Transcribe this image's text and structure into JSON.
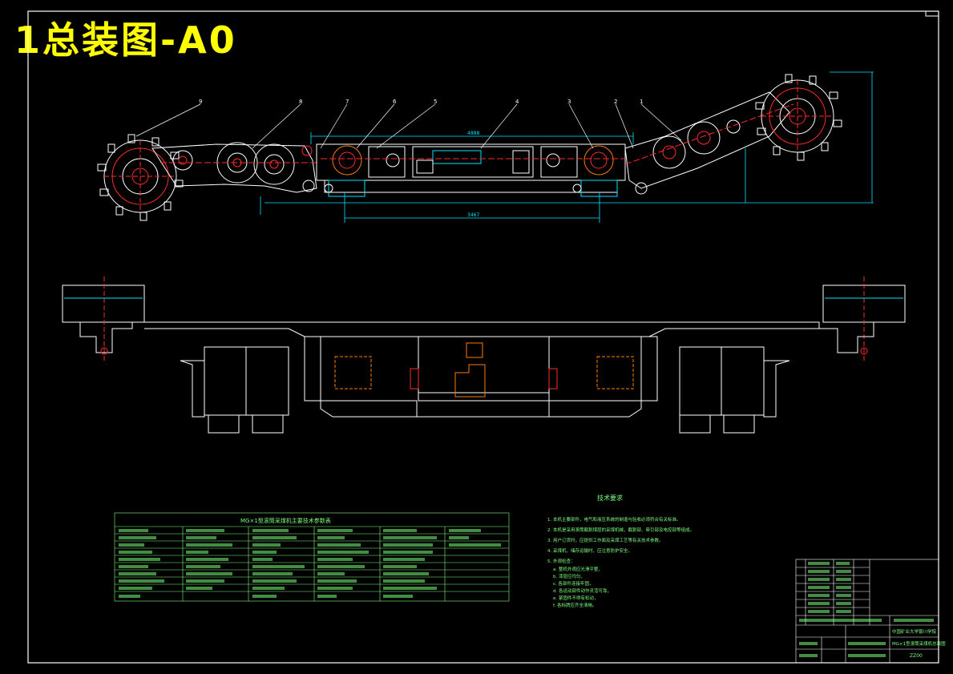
{
  "title": "1总装图-A0",
  "colors": {
    "background": "#000000",
    "title": "#ffff00",
    "outline": "#ffffff",
    "centerline": "#ff2a2a",
    "dimension": "#00e5ff",
    "table": "#7cff7c",
    "hidden": "#ff7a00"
  },
  "balloons": [
    "9",
    "8",
    "7",
    "6",
    "5",
    "4",
    "3",
    "2",
    "1"
  ],
  "dimensions": {
    "length_top": "4888",
    "length_bottom": "3467"
  },
  "notes_title": "技术要求",
  "notes": [
    "1. 本机主要部件，电气和液压系统的制造与验收必须符合有关标准。",
    "2. 本机是采用滚筒截割煤层的采煤机械，截割部、牵引部及电控部等组成。",
    "3. 用户订货时，应提供工作面及采煤工艺等有关技术参数。",
    "4. 采煤机，储存运输时，应注意防护安全。",
    "5. 外观检查：",
    "a. 整机外观应光滑平整，",
    "b. 漆层应均匀，",
    "c. 各部件连接牢固，",
    "d. 各运动部件动作灵活可靠，",
    "e. 紧固件不得有松动，",
    "f. 各标牌应齐全清晰。"
  ],
  "table_title": "MG×1型滚筒采煤机主要技术参数表",
  "title_block": {
    "school": "中国矿业大学银川学院",
    "drawing_name": "MG×1型滚筒采煤机总装图",
    "drawing_no": "ZZ00"
  }
}
